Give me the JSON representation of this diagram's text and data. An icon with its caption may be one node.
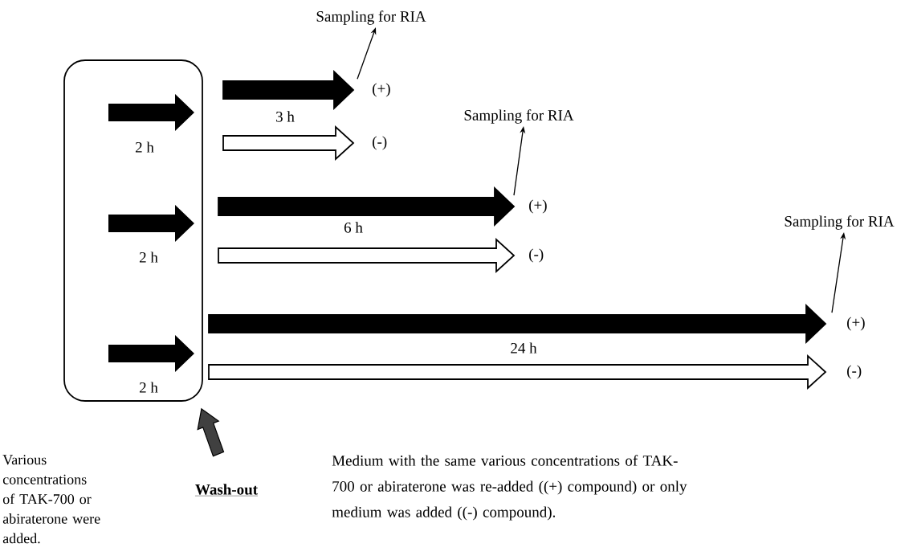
{
  "diagram": {
    "nodes": [
      {
        "text": [],
        "shape": "box"
      },
      {
        "text": [
          "Sampling for RIA"
        ]
      },
      {
        "text": [
          "(+)"
        ]
      },
      {
        "text": [
          "(-)"
        ]
      },
      {
        "text": [
          "Sampling for RIA"
        ]
      },
      {
        "text": [
          "(+)"
        ]
      },
      {
        "text": [
          "(-)"
        ]
      },
      {
        "text": [
          "Sampling for RIA"
        ]
      },
      {
        "text": [
          "(+)"
        ]
      },
      {
        "text": [
          "(-)"
        ]
      },
      {
        "text": [
          "Wash-out"
        ]
      }
    ],
    "edges": [
      {
        "from": null,
        "to": 2,
        "arrow": "to",
        "label": "3 h",
        "style": "thick",
        "color": "#000000"
      },
      {
        "from": null,
        "to": 3,
        "arrow": "to",
        "style": "thick",
        "color": "#ffffff"
      },
      {
        "from": 2,
        "to": 1,
        "arrow": "to"
      },
      {
        "from": null,
        "to": 5,
        "arrow": "to",
        "label": "6 h",
        "style": "thick",
        "color": "#000000"
      },
      {
        "from": null,
        "to": 6,
        "arrow": "to",
        "style": "thick",
        "color": "#ffffff"
      },
      {
        "from": 5,
        "to": 4,
        "arrow": "to"
      },
      {
        "from": null,
        "to": 8,
        "arrow": "to",
        "label": "24 h",
        "style": "thick",
        "color": "#000000"
      },
      {
        "from": null,
        "to": 9,
        "arrow": "to",
        "style": "thick",
        "color": "#ffffff"
      },
      {
        "from": 8,
        "to": 7,
        "arrow": "to"
      },
      {
        "from": 10,
        "to": 0,
        "arrow": "to",
        "style": "thick",
        "color": "#404040"
      }
    ],
    "labels": [
      "2 h",
      "2 h",
      "2 h",
      "Various concentrations of TAK-700 or abiraterone were added.",
      "Medium with the same various concentrations of TAK-700 or abiraterone was re-added ((+) compound) or only medium was added ((-) compound)."
    ]
  }
}
